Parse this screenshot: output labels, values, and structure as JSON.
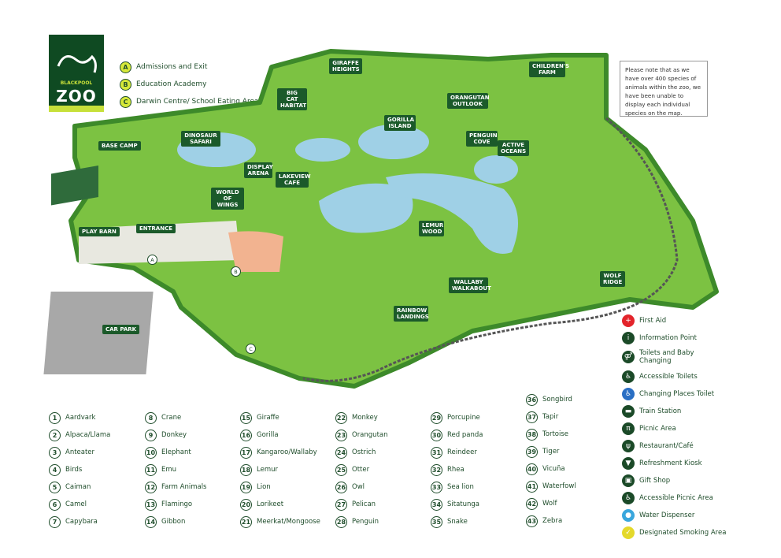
{
  "logo": {
    "line1": "BLACKPOOL",
    "line2": "ZOO"
  },
  "zones": [
    {
      "key": "A",
      "label": "Admissions and Exit"
    },
    {
      "key": "B",
      "label": "Education Academy"
    },
    {
      "key": "C",
      "label": "Darwin Centre/ School Eating Area"
    }
  ],
  "note": "Please note that as we have over 400 species of animals within the zoo, we have been unable to display each individual species on the map.",
  "map_labels": {
    "base_camp": "BASE CAMP",
    "dinosaur_safari": "DINOSAUR SAFARI",
    "display_arena": "DISPLAY ARENA",
    "world_of_wings": "WORLD OF WINGS",
    "lakeview_cafe": "LAKEVIEW CAFE",
    "play_barn": "PLAY BARN",
    "entrance": "ENTRANCE",
    "car_park": "CAR PARK",
    "big_cat_habitat": "BIG CAT HABITAT",
    "giraffe_heights": "GIRAFFE HEIGHTS",
    "gorilla_island": "GORILLA ISLAND",
    "orangutan_outlook": "ORANGUTAN OUTLOOK",
    "penguin_cove": "PENGUIN COVE",
    "active_oceans": "ACTIVE OCEANS",
    "childrens_farm": "CHILDREN'S FARM",
    "lemur_wood": "LEMUR WOOD",
    "wallaby_walkabout": "WALLABY WALKABOUT",
    "rainbow_landings": "RAINBOW LANDINGS",
    "wolf_ridge": "WOLF RIDGE"
  },
  "animals": [
    {
      "n": "1",
      "name": "Aardvark"
    },
    {
      "n": "2",
      "name": "Alpaca/Llama"
    },
    {
      "n": "3",
      "name": "Anteater"
    },
    {
      "n": "4",
      "name": "Birds"
    },
    {
      "n": "5",
      "name": "Caiman"
    },
    {
      "n": "6",
      "name": "Camel"
    },
    {
      "n": "7",
      "name": "Capybara"
    },
    {
      "n": "8",
      "name": "Crane"
    },
    {
      "n": "9",
      "name": "Donkey"
    },
    {
      "n": "10",
      "name": "Elephant"
    },
    {
      "n": "11",
      "name": "Emu"
    },
    {
      "n": "12",
      "name": "Farm Animals"
    },
    {
      "n": "13",
      "name": "Flamingo"
    },
    {
      "n": "14",
      "name": "Gibbon"
    },
    {
      "n": "15",
      "name": "Giraffe"
    },
    {
      "n": "16",
      "name": "Gorilla"
    },
    {
      "n": "17",
      "name": "Kangaroo/Wallaby"
    },
    {
      "n": "18",
      "name": "Lemur"
    },
    {
      "n": "19",
      "name": "Lion"
    },
    {
      "n": "20",
      "name": "Lorikeet"
    },
    {
      "n": "21",
      "name": "Meerkat/Mongoose"
    },
    {
      "n": "22",
      "name": "Monkey"
    },
    {
      "n": "23",
      "name": "Orangutan"
    },
    {
      "n": "24",
      "name": "Ostrich"
    },
    {
      "n": "25",
      "name": "Otter"
    },
    {
      "n": "26",
      "name": "Owl"
    },
    {
      "n": "27",
      "name": "Pelican"
    },
    {
      "n": "28",
      "name": "Penguin"
    },
    {
      "n": "29",
      "name": "Porcupine"
    },
    {
      "n": "30",
      "name": "Red panda"
    },
    {
      "n": "31",
      "name": "Reindeer"
    },
    {
      "n": "32",
      "name": "Rhea"
    },
    {
      "n": "33",
      "name": "Sea lion"
    },
    {
      "n": "34",
      "name": "Sitatunga"
    },
    {
      "n": "35",
      "name": "Snake"
    },
    {
      "n": "36",
      "name": "Songbird"
    },
    {
      "n": "37",
      "name": "Tapir"
    },
    {
      "n": "38",
      "name": "Tortoise"
    },
    {
      "n": "39",
      "name": "Tiger"
    },
    {
      "n": "40",
      "name": "Vicuña"
    },
    {
      "n": "41",
      "name": "Waterfowl"
    },
    {
      "n": "42",
      "name": "Wolf"
    },
    {
      "n": "43",
      "name": "Zebra"
    }
  ],
  "facilities": [
    {
      "icon": "first-aid-icon",
      "glyph": "+",
      "color": "#e3242b",
      "label": "First Aid"
    },
    {
      "icon": "information-icon",
      "glyph": "i",
      "color": "#1b4a28",
      "label": "Information Point"
    },
    {
      "icon": "toilets-icon",
      "glyph": "⚤",
      "color": "#1b4a28",
      "label": "Toilets and Baby Changing"
    },
    {
      "icon": "accessible-toilets-icon",
      "glyph": "♿",
      "color": "#1b4a28",
      "label": "Accessible Toilets"
    },
    {
      "icon": "changing-places-icon",
      "glyph": "♿",
      "color": "#2a6fc4",
      "label": "Changing Places Toilet"
    },
    {
      "icon": "train-icon",
      "glyph": "▬",
      "color": "#1b4a28",
      "label": "Train Station"
    },
    {
      "icon": "picnic-icon",
      "glyph": "π",
      "color": "#1b4a28",
      "label": "Picnic Area"
    },
    {
      "icon": "restaurant-icon",
      "glyph": "ψ",
      "color": "#1b4a28",
      "label": "Restaurant/Café"
    },
    {
      "icon": "kiosk-icon",
      "glyph": "▼",
      "color": "#1b4a28",
      "label": "Refreshment Kiosk"
    },
    {
      "icon": "gift-icon",
      "glyph": "▣",
      "color": "#1b4a28",
      "label": "Gift Shop"
    },
    {
      "icon": "accessible-picnic-icon",
      "glyph": "♿",
      "color": "#1b4a28",
      "label": "Accessible Picnic Area"
    },
    {
      "icon": "water-icon",
      "glyph": "●",
      "color": "#3aa7dd",
      "label": "Water Dispenser"
    },
    {
      "icon": "smoking-icon",
      "glyph": "✓",
      "color": "#e4d92b",
      "label": "Designated Smoking Area"
    }
  ]
}
